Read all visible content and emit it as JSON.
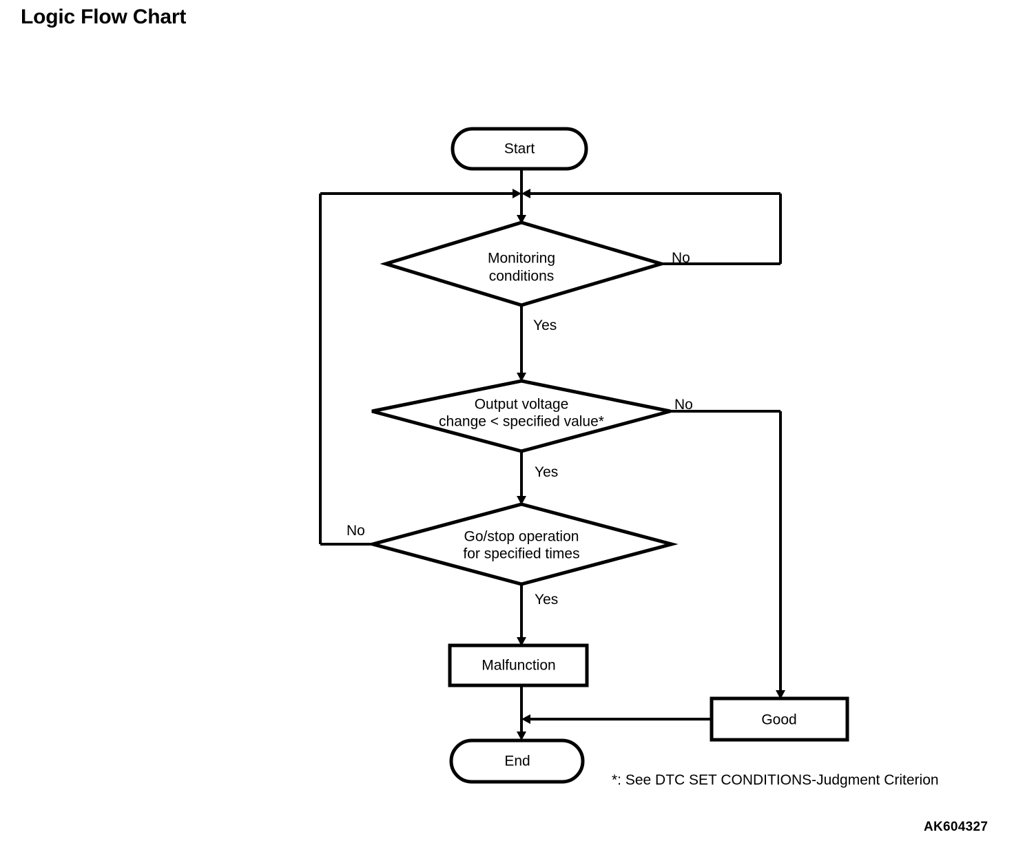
{
  "page": {
    "title": "Logic Flow Chart",
    "reference_code": "AK604327",
    "footnote": "*: See DTC SET CONDITIONS-Judgment Criterion",
    "background_color": "#ffffff",
    "line_color": "#000000"
  },
  "chart_data": {
    "type": "diagram",
    "diagram_kind": "flowchart",
    "title": "Logic Flow Chart",
    "nodes": [
      {
        "id": "start",
        "shape": "terminator",
        "label": "Start"
      },
      {
        "id": "monitoring",
        "shape": "decision",
        "label": "Monitoring\nconditions",
        "line1": "Monitoring",
        "line2": "conditions"
      },
      {
        "id": "voltage",
        "shape": "decision",
        "label": "Output voltage\nchange < specified value*",
        "line1": "Output voltage",
        "line2": "change < specified value*"
      },
      {
        "id": "gostop",
        "shape": "decision",
        "label": "Go/stop operation\nfor specified times",
        "line1": "Go/stop operation",
        "line2": "for specified times"
      },
      {
        "id": "malfunction",
        "shape": "process",
        "label": "Malfunction"
      },
      {
        "id": "good",
        "shape": "process",
        "label": "Good"
      },
      {
        "id": "end",
        "shape": "terminator",
        "label": "End"
      }
    ],
    "edges": [
      {
        "from": "start",
        "to": "monitoring",
        "label": ""
      },
      {
        "from": "monitoring",
        "to": "monitoring",
        "label": "No",
        "routing": "right-loop-back-to-entry"
      },
      {
        "from": "monitoring",
        "to": "voltage",
        "label": "Yes"
      },
      {
        "from": "voltage",
        "to": "good",
        "label": "No",
        "routing": "right-then-down"
      },
      {
        "from": "voltage",
        "to": "gostop",
        "label": "Yes"
      },
      {
        "from": "gostop",
        "to": "monitoring",
        "label": "No",
        "routing": "left-loop-back-to-entry"
      },
      {
        "from": "gostop",
        "to": "malfunction",
        "label": "Yes"
      },
      {
        "from": "malfunction",
        "to": "end",
        "label": ""
      },
      {
        "from": "good",
        "to": "end",
        "label": "",
        "routing": "left-join"
      }
    ]
  }
}
